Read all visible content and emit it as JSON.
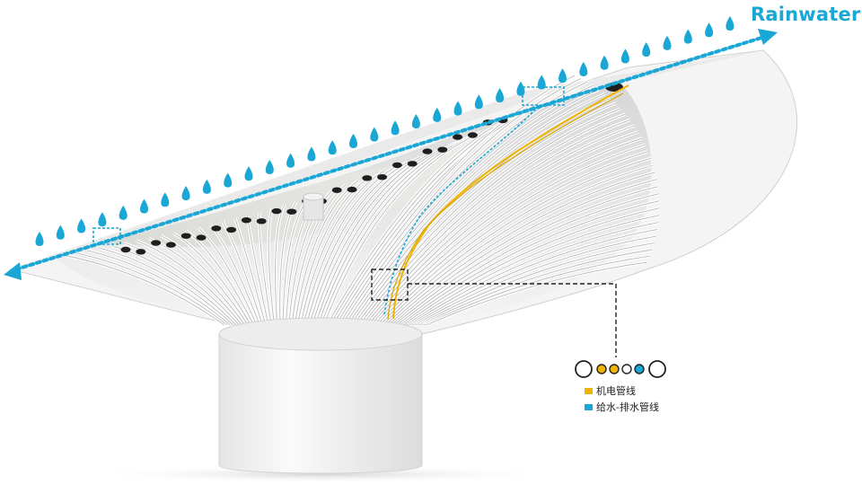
{
  "title": "Rainwater",
  "legend": {
    "items": [
      {
        "label": "机电管线",
        "color": "#f0b400"
      },
      {
        "label": "给水-排水管线",
        "color": "#1aa7d6"
      }
    ]
  },
  "colors": {
    "rain": "#1aa7d6",
    "electrical": "#f0b400",
    "water": "#1aa7d6",
    "structure": "#f2f2f2",
    "ribs": "#b9b9b9",
    "shadow": "#cfcfcf",
    "outline": "#222222"
  },
  "icons": [
    "raindrop-icon",
    "arrow-right-icon",
    "arrow-left-icon"
  ]
}
